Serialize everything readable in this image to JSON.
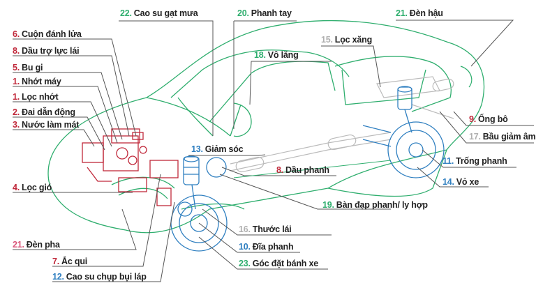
{
  "title": "Car parts diagram",
  "colors": {
    "engine_parts": "#c0283a",
    "body_outline": "#2fae6e",
    "suspension_brakes": "#2f7fc0",
    "secondary": "#b0b0b0",
    "leader_line": "#555555"
  },
  "labels": [
    {
      "id": "cuon-danh-lua",
      "num": "6.",
      "text": "Cuộn đánh lửa",
      "color": "red"
    },
    {
      "id": "dau-tro-luc-lai",
      "num": "8.",
      "text": "Dầu trợ lực lái",
      "color": "red"
    },
    {
      "id": "bu-gi",
      "num": "5.",
      "text": "Bu gi",
      "color": "red"
    },
    {
      "id": "nhot-may",
      "num": "1.",
      "text": "Nhớt máy",
      "color": "red"
    },
    {
      "id": "loc-nhot",
      "num": "1.",
      "text": "Lọc nhớt",
      "color": "red"
    },
    {
      "id": "dai-dan-dong",
      "num": "2.",
      "text": "Đai dẫn động",
      "color": "red"
    },
    {
      "id": "nuoc-lam-mat",
      "num": "3.",
      "text": "Nước làm mát",
      "color": "red"
    },
    {
      "id": "loc-gio",
      "num": "4.",
      "text": "Lọc gió",
      "color": "red"
    },
    {
      "id": "den-pha",
      "num": "21.",
      "text": "Đèn pha",
      "color": "pink"
    },
    {
      "id": "ac-qui",
      "num": "7.",
      "text": "Ắc qui",
      "color": "red"
    },
    {
      "id": "cao-su-chup-bui-lap",
      "num": "12.",
      "text": "Cao su chụp bụi láp",
      "color": "blue"
    },
    {
      "id": "cao-su-gat-mua",
      "num": "22.",
      "text": "Cao su gạt mưa",
      "color": "green"
    },
    {
      "id": "phanh-tay",
      "num": "20.",
      "text": "Phanh tay",
      "color": "green"
    },
    {
      "id": "vo-lang",
      "num": "18.",
      "text": "Vô lăng",
      "color": "green"
    },
    {
      "id": "loc-xang",
      "num": "15.",
      "text": "Lọc xăng",
      "color": "gray"
    },
    {
      "id": "den-hau",
      "num": "21.",
      "text": "Đèn hậu",
      "color": "green"
    },
    {
      "id": "ong-bo",
      "num": "9.",
      "text": "Ống bô",
      "color": "red"
    },
    {
      "id": "bau-giam-am",
      "num": "17.",
      "text": "Bầu giảm âm",
      "color": "gray"
    },
    {
      "id": "trong-phanh",
      "num": "11.",
      "text": "Trống phanh",
      "color": "blue"
    },
    {
      "id": "vo-xe",
      "num": "14.",
      "text": "Vỏ xe",
      "color": "blue"
    },
    {
      "id": "giam-soc",
      "num": "13.",
      "text": "Giảm sóc",
      "color": "blue"
    },
    {
      "id": "dau-phanh",
      "num": "8.",
      "text": "Dầu phanh",
      "color": "red"
    },
    {
      "id": "ban-dap-phanh-ly-hop",
      "num": "19.",
      "text": "Bàn đạp phanh/ ly hợp",
      "color": "green"
    },
    {
      "id": "thuoc-lai",
      "num": "16.",
      "text": "Thước lái",
      "color": "gray"
    },
    {
      "id": "dia-phanh",
      "num": "10.",
      "text": "Đĩa phanh",
      "color": "blue"
    },
    {
      "id": "goc-dat-banh-xe",
      "num": "23.",
      "text": "Góc đặt bánh xe",
      "color": "green"
    }
  ]
}
